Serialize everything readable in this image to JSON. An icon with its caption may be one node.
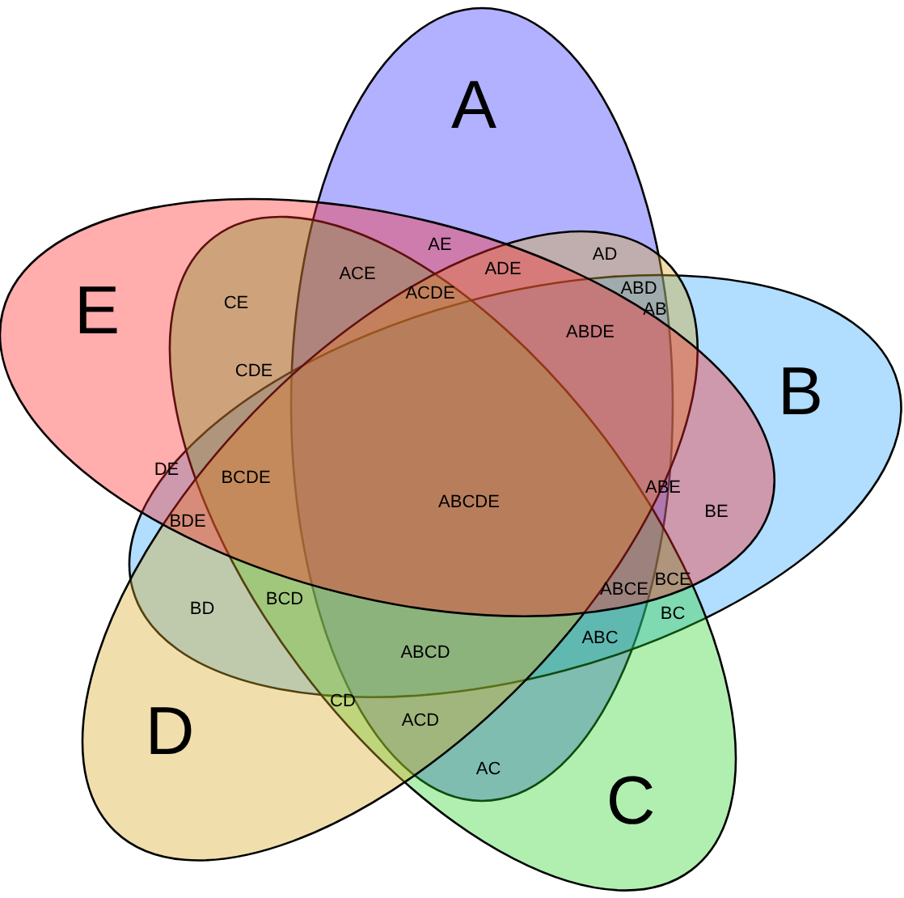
{
  "diagram": {
    "nodes": [
      {
        "text": [
          "A"
        ]
      },
      {
        "text": [
          "B"
        ]
      },
      {
        "text": [
          "C"
        ]
      },
      {
        "text": [
          "D"
        ]
      },
      {
        "text": [
          "E"
        ]
      }
    ],
    "labels": [
      "AE",
      "ACE",
      "AD",
      "ADE",
      "ABD",
      "AB",
      "CE",
      "ACDE",
      "ABDE",
      "CDE",
      "ABCDE",
      "DE",
      "BCDE",
      "BDE",
      "ABE",
      "BE",
      "ABCE",
      "BCE",
      "BC",
      "BD",
      "BCD",
      "ABCD",
      "ABC",
      "ACD",
      "CD",
      "AC"
    ]
  }
}
